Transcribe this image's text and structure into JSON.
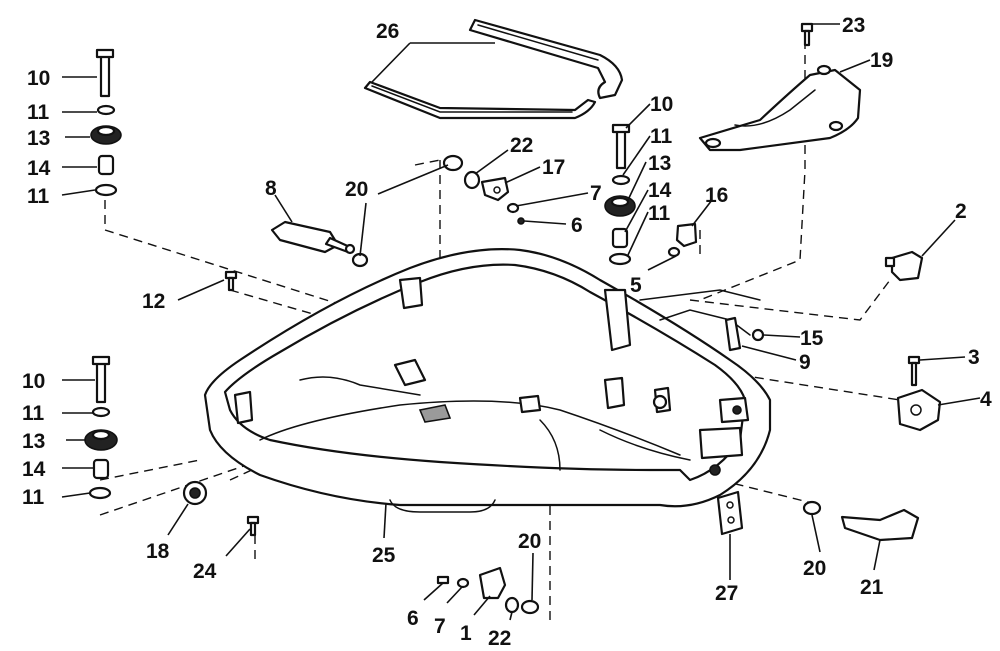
{
  "callouts": {
    "c10_tl": "10",
    "c11_tl_a": "11",
    "c13_tl": "13",
    "c14_tl": "14",
    "c11_tl_b": "11",
    "c26": "26",
    "c23": "23",
    "c19": "19",
    "c10_mid": "10",
    "c11_mid_a": "11",
    "c13_mid": "13",
    "c14_mid": "14",
    "c11_mid_b": "11",
    "c22_top": "22",
    "c17": "17",
    "c7_top": "7",
    "c6_top": "6",
    "c16": "16",
    "c5": "5",
    "c8": "8",
    "c20_top": "20",
    "c12": "12",
    "c2": "2",
    "c15": "15",
    "c9": "9",
    "c3": "3",
    "c4": "4",
    "c10_bl": "10",
    "c11_bl_a": "11",
    "c13_bl": "13",
    "c14_bl": "14",
    "c11_bl_b": "11",
    "c18": "18",
    "c24": "24",
    "c25": "25",
    "c20_bot": "20",
    "c6_bot": "6",
    "c7_bot": "7",
    "c1": "1",
    "c22_bot": "22",
    "c27": "27",
    "c20_right": "20",
    "c21": "21"
  }
}
